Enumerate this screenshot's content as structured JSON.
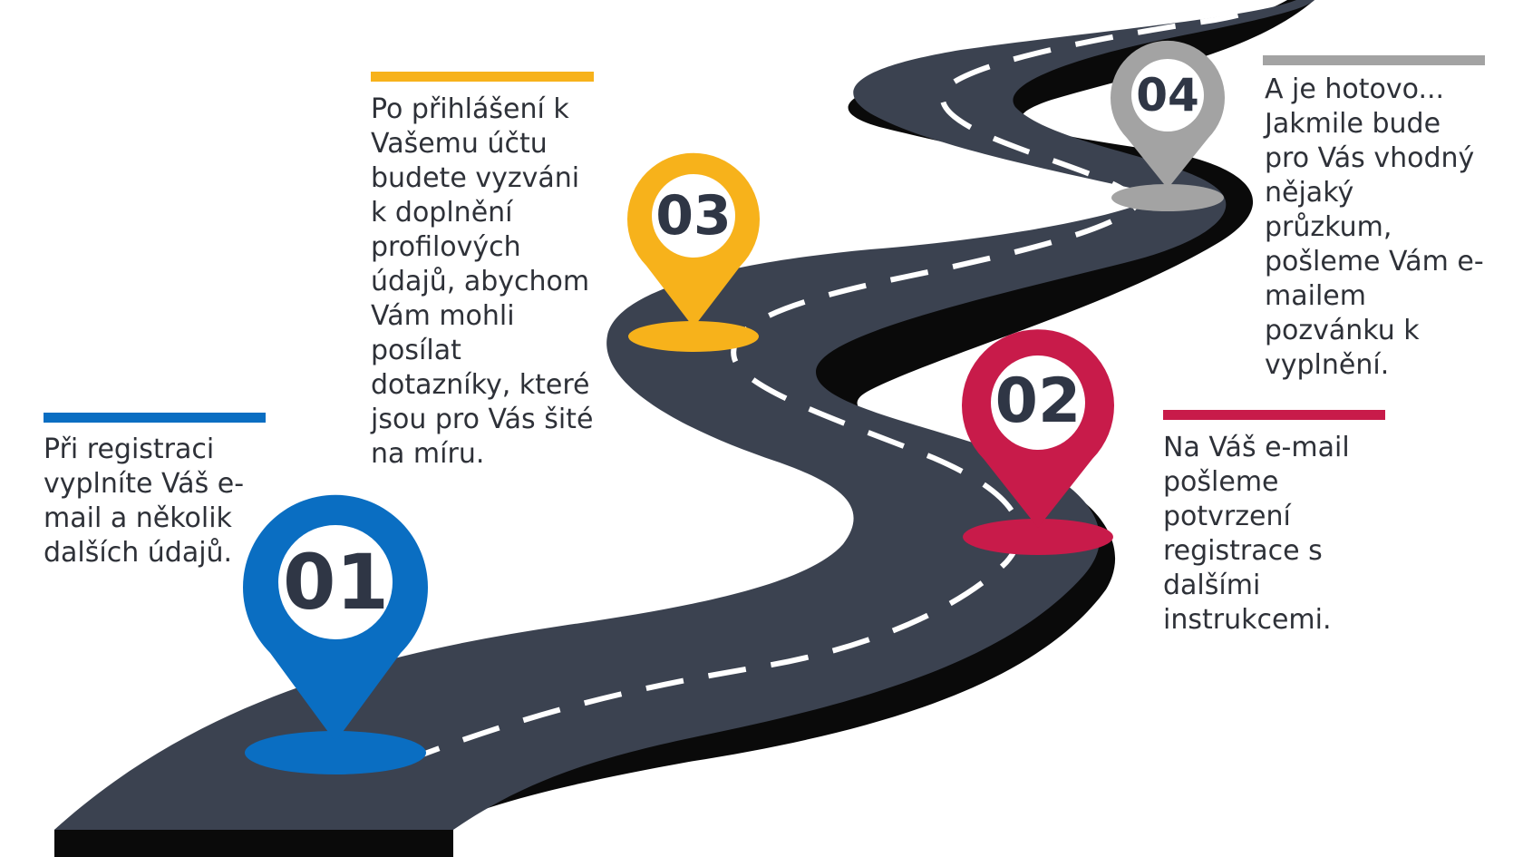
{
  "colors": {
    "road": "#3b4250",
    "road_edge": "#0a0a0a",
    "lane_marking": "#ffffff",
    "text": "#2e3138"
  },
  "steps": [
    {
      "number": "01",
      "color": "#0a6ec2",
      "text": "Při registraci vyplníte Váš e-mail a několik dalších údajů."
    },
    {
      "number": "02",
      "color": "#c81b4a",
      "text": "Na Váš e-mail pošleme potvrzení registrace s dalšími instrukcemi."
    },
    {
      "number": "03",
      "color": "#f7b21b",
      "text": "Po přihlášení k Vašemu účtu budete vyzváni k doplnění profilových údajů, abychom Vám mohli posílat dotazníky, které jsou pro Vás šité na míru."
    },
    {
      "number": "04",
      "color": "#a3a3a3",
      "text": "A je hotovo... Jakmile bude pro Vás vhodný nějaký průzkum, pošleme Vám e-mailem pozvánku k vyplnění."
    }
  ]
}
